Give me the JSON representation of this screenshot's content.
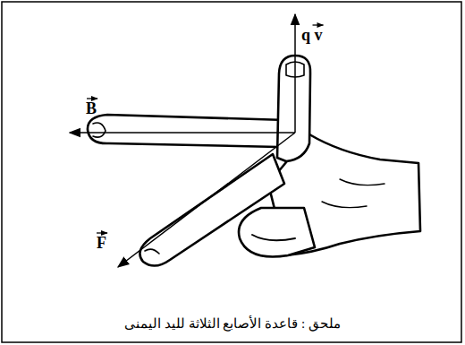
{
  "diagram": {
    "caption": "ملحق : قاعدة الأصابع الثلاثة لليد اليمنى",
    "labels": [
      "q v",
      "B",
      "F"
    ]
  }
}
